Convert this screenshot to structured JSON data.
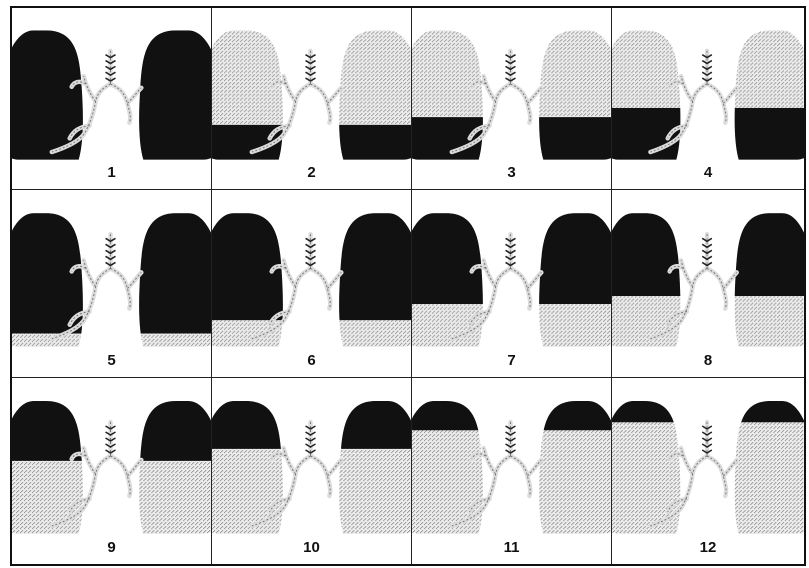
{
  "panels": [
    {
      "label": "1",
      "dark": 1.0,
      "mode": "top"
    },
    {
      "label": "2",
      "dark": 0.27,
      "mode": "top"
    },
    {
      "label": "3",
      "dark": 0.33,
      "mode": "top"
    },
    {
      "label": "4",
      "dark": 0.4,
      "mode": "top"
    },
    {
      "label": "5",
      "dark": 0.9,
      "mode": "bottom"
    },
    {
      "label": "6",
      "dark": 0.8,
      "mode": "bottom"
    },
    {
      "label": "7",
      "dark": 0.68,
      "mode": "bottom"
    },
    {
      "label": "8",
      "dark": 0.62,
      "mode": "bottom"
    },
    {
      "label": "9",
      "dark": 0.45,
      "mode": "bottom"
    },
    {
      "label": "10",
      "dark": 0.36,
      "mode": "bottom"
    },
    {
      "label": "11",
      "dark": 0.22,
      "mode": "bottom"
    },
    {
      "label": "12",
      "dark": 0.16,
      "mode": "bottom"
    }
  ],
  "colors": {
    "lung": "#111111",
    "stipple": "#c9c9c9",
    "airway": "#dcdcdc",
    "border": "#222222"
  }
}
